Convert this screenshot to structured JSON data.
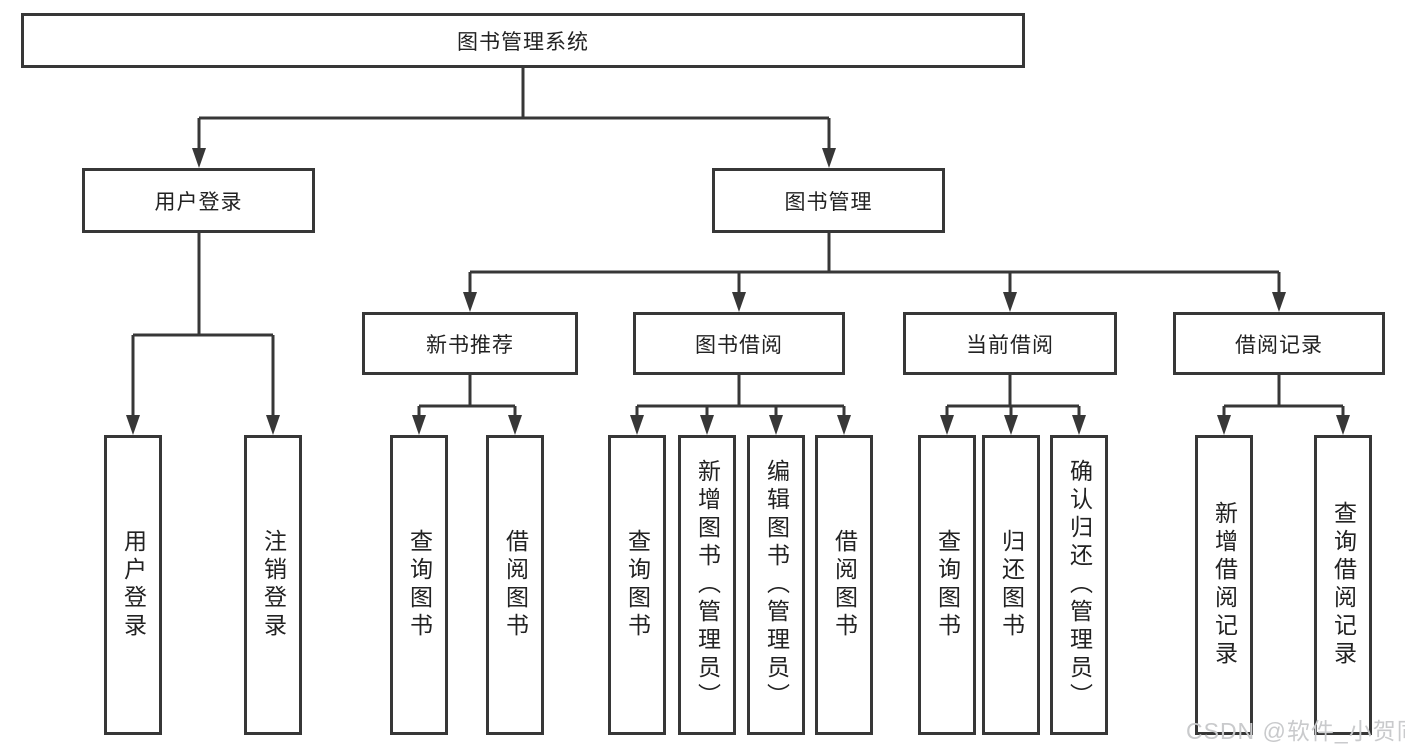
{
  "tree": {
    "root": "图书管理系统",
    "branches": [
      {
        "label": "用户登录",
        "children": [
          "用户登录",
          "注销登录"
        ]
      },
      {
        "label": "图书管理",
        "children": [
          {
            "label": "新书推荐",
            "children": [
              "查询图书",
              "借阅图书"
            ]
          },
          {
            "label": "图书借阅",
            "children": [
              "查询图书",
              "新增图书（管理员）",
              "编辑图书（管理员）",
              "借阅图书"
            ]
          },
          {
            "label": "当前借阅",
            "children": [
              "查询图书",
              "归还图书",
              "确认归还（管理员）"
            ]
          },
          {
            "label": "借阅记录",
            "children": [
              "新增借阅记录",
              "查询借阅记录"
            ]
          }
        ]
      }
    ]
  },
  "watermark": "CSDN @软件_小贺同学",
  "colors": {
    "line": "#373737",
    "text": "#222222",
    "watermark": "#c9cacc",
    "background": "#ffffff"
  }
}
